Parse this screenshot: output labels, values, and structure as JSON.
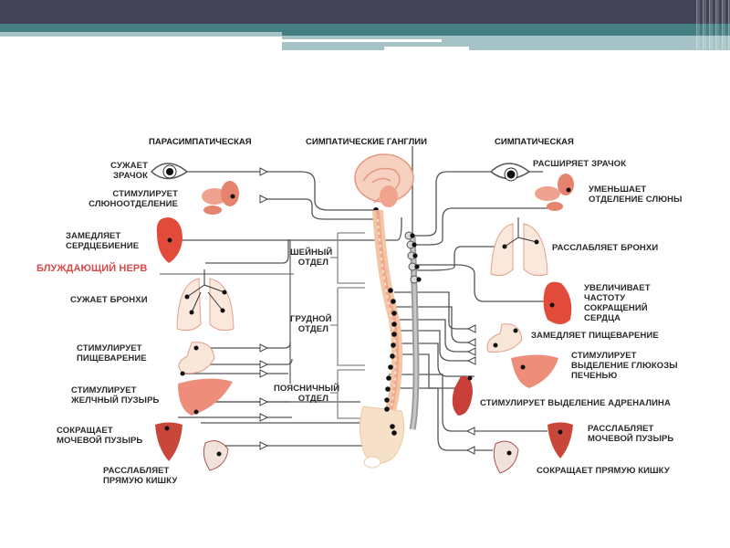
{
  "slide": {
    "accent_dark": "#424356",
    "accent_teal": "#447d82",
    "accent_light": "#a5c3c6"
  },
  "diagram": {
    "headers": {
      "parasympathetic": "ПАРАСИМПАТИЧЕСКАЯ",
      "ganglia": "СИМПАТИЧЕСКИЕ ГАНГЛИИ",
      "sympathetic": "СИМПАТИЧЕСКАЯ"
    },
    "vagus_label": "БЛУЖДАЮЩИЙ НЕРВ",
    "spine_sections": [
      {
        "line1": "ШЕЙНЫЙ",
        "line2": "ОТДЕЛ"
      },
      {
        "line1": "ГРУДНОЙ",
        "line2": "ОТДЕЛ"
      },
      {
        "line1": "ПОЯСНИЧНЫЙ",
        "line2": "ОТДЕЛ"
      }
    ],
    "parasympathetic_effects": [
      {
        "organ": "eye",
        "line1": "СУЖАЕТ",
        "line2": "ЗРАЧОК"
      },
      {
        "organ": "salivary-glands",
        "line1": "СТИМУЛИРУЕТ",
        "line2": "СЛЮНООТДЕЛЕНИЕ"
      },
      {
        "organ": "heart",
        "line1": "ЗАМЕДЛЯЕТ",
        "line2": "СЕРДЦЕБИЕНИЕ"
      },
      {
        "organ": "lungs",
        "line1": "СУЖАЕТ БРОНХИ",
        "line2": ""
      },
      {
        "organ": "stomach",
        "line1": "СТИМУЛИРУЕТ",
        "line2": "ПИЩЕВАРЕНИЕ"
      },
      {
        "organ": "liver",
        "line1": "СТИМУЛИРУЕТ",
        "line2": "ЖЕЛЧНЫЙ ПУЗЫРЬ"
      },
      {
        "organ": "bladder",
        "line1": "СОКРАЩАЕТ",
        "line2": "МОЧЕВОЙ ПУЗЫРЬ"
      },
      {
        "organ": "rectum",
        "line1": "РАССЛАБЛЯЕТ",
        "line2": "ПРЯМУЮ КИШКУ"
      }
    ],
    "sympathetic_effects": [
      {
        "organ": "eye",
        "lines": [
          "РАСШИРЯЕТ ЗРАЧОК"
        ]
      },
      {
        "organ": "salivary-glands",
        "lines": [
          "УМЕНЬШАЕТ",
          "ОТДЕЛЕНИЕ СЛЮНЫ"
        ]
      },
      {
        "organ": "lungs",
        "lines": [
          "РАССЛАБЛЯЕТ БРОНХИ"
        ]
      },
      {
        "organ": "heart",
        "lines": [
          "УВЕЛИЧИВАЕТ",
          "ЧАСТОТУ",
          "СОКРАЩЕНИЙ",
          "СЕРДЦА"
        ]
      },
      {
        "organ": "stomach",
        "lines": [
          "ЗАМЕДЛЯЕТ ПИЩЕВАРЕНИЕ"
        ]
      },
      {
        "organ": "liver",
        "lines": [
          "СТИМУЛИРУЕТ",
          "ВЫДЕЛЕНИЕ ГЛЮКОЗЫ",
          "ПЕЧЕНЬЮ"
        ]
      },
      {
        "organ": "adrenal",
        "lines": [
          "СТИМУЛИРУЕТ ВЫДЕЛЕНИЕ АДРЕНАЛИНА"
        ]
      },
      {
        "organ": "bladder",
        "lines": [
          "РАССЛАБЛЯЕТ",
          "МОЧЕВОЙ ПУЗЫРЬ"
        ]
      },
      {
        "organ": "rectum",
        "lines": [
          "СОКРАЩАЕТ ПРЯМУЮ КИШКУ"
        ]
      }
    ]
  }
}
